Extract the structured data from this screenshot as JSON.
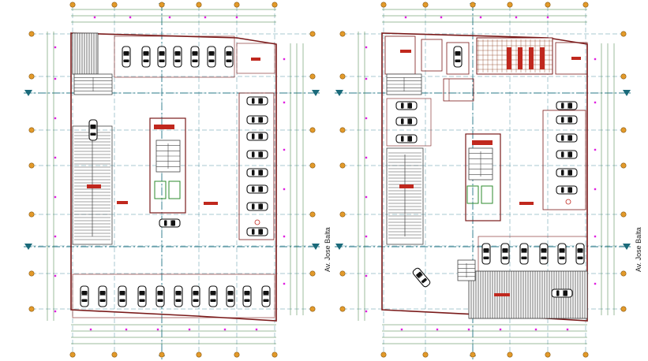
{
  "plans": [
    {
      "id": "left-plan",
      "street_label": "Av. Jose Balta"
    },
    {
      "id": "right-plan",
      "street_label": "Av. Jose Balta"
    }
  ],
  "colors": {
    "wall": "#7a1a1a",
    "grid_axis": "#2a7a8a",
    "grid_bubble": "#e39a2a",
    "dimension": "#3a7a3a",
    "magenta_mark": "#e020e0",
    "car": "#111111",
    "ramp_hatch": "#333333",
    "stair": "#444444",
    "accent_red": "#c0281e",
    "accent_green": "#2e8b2e"
  },
  "icons": [
    "car-icon",
    "grid-bubble-icon",
    "section-arrow-icon",
    "level-marker-icon"
  ]
}
